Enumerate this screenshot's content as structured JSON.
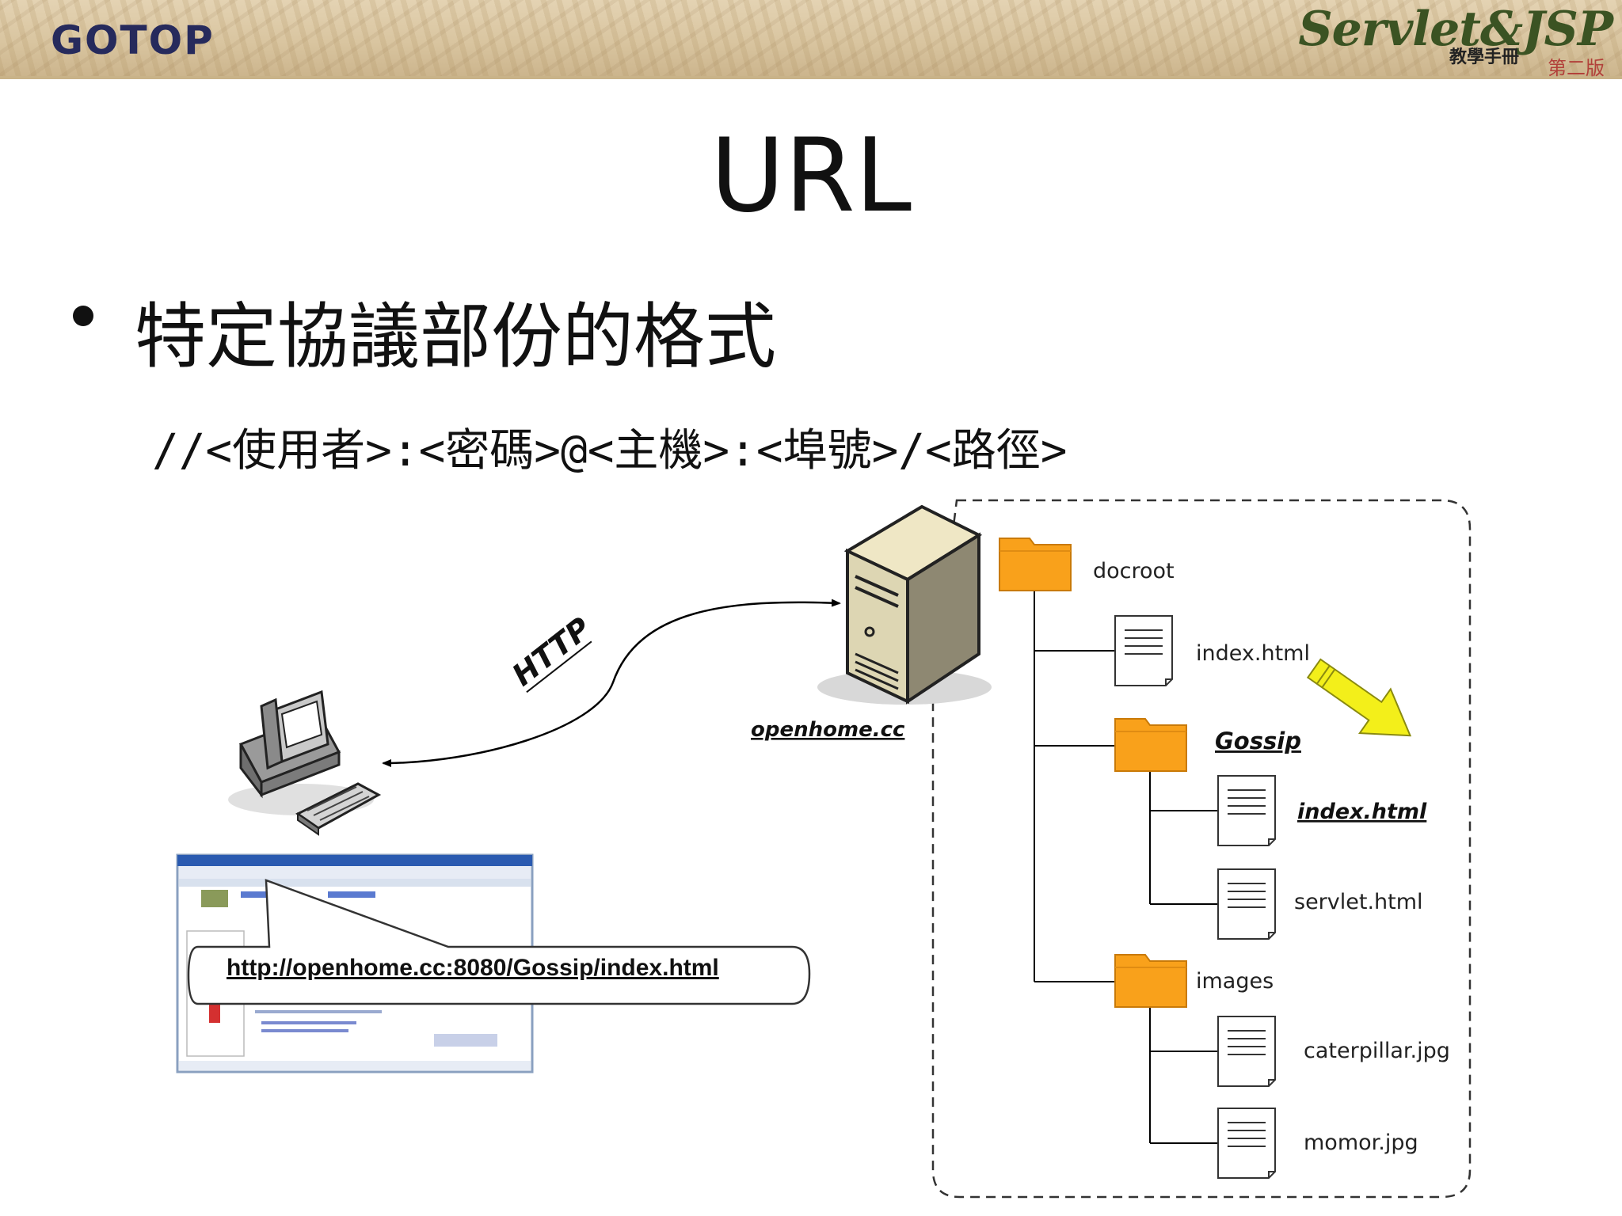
{
  "header": {
    "logo_left": "GOTOP",
    "logo_right_main": "Servlet&JSP",
    "logo_right_sub": "教學手冊",
    "logo_right_edition": "第二版"
  },
  "title": "URL",
  "bullet": "特定協議部份的格式",
  "format_line": "//<使用者>:<密碼>@<主機>:<埠號>/<路徑>",
  "diagram": {
    "protocol_label": "HTTP",
    "server_label": "openhome.cc",
    "url_callout": "http://openhome.cc:8080/Gossip/index.html",
    "tree": {
      "root": "docroot",
      "root_file": "index.html",
      "gossip_folder": "Gossip",
      "gossip_files": [
        "index.html",
        "servlet.html"
      ],
      "images_folder": "images",
      "images_files": [
        "caterpillar.jpg",
        "momor.jpg"
      ]
    },
    "colors": {
      "folder": "#f9a11b",
      "arrow": "#f3ef1a",
      "line": "#000000"
    }
  }
}
